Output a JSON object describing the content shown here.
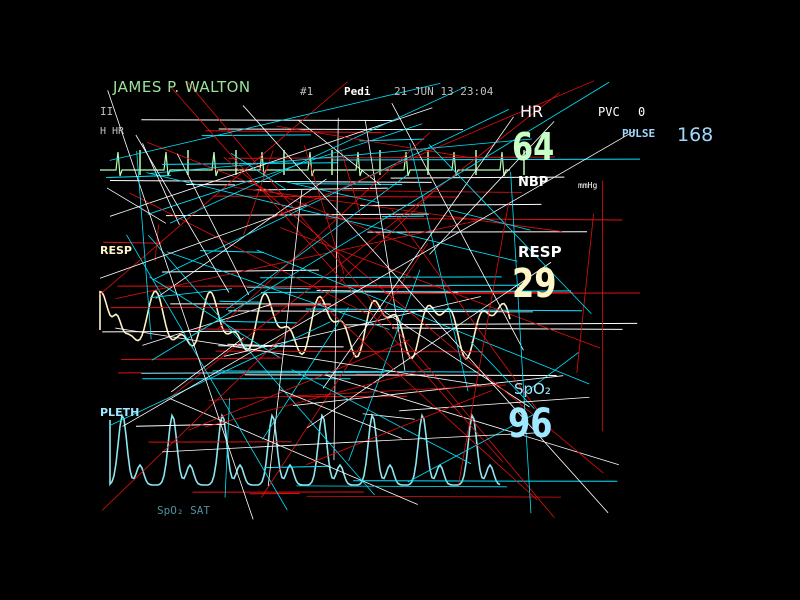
{
  "patient": {
    "name": "JAMES P. WALTON"
  },
  "header": {
    "bed": "#1",
    "mode": "Pedi",
    "datetime": "21 JUN 13 23:04"
  },
  "ecg": {
    "lead_label": "II",
    "hr_label": "HR",
    "hr_value": "64",
    "hr_source": "H HR"
  },
  "pvc": {
    "label": "PVC",
    "value": "0"
  },
  "pulse": {
    "label": "PULSE",
    "value": "168"
  },
  "nbp": {
    "label": "NBP",
    "unit": "mmHg"
  },
  "resp": {
    "wave_label": "RESP",
    "label": "RESP",
    "value": "29"
  },
  "spo2": {
    "label": "SpO₂",
    "value": "96",
    "wave_label": "PLETH",
    "sat_label": "SpO₂ SAT"
  },
  "colors": {
    "ecg": "#b8ffb8",
    "resp": "#fff3c4",
    "pleth": "#8fe6f0",
    "artifact_red": "#e01010",
    "artifact_cyan": "#00e5ff",
    "artifact_white": "#ffffff"
  }
}
